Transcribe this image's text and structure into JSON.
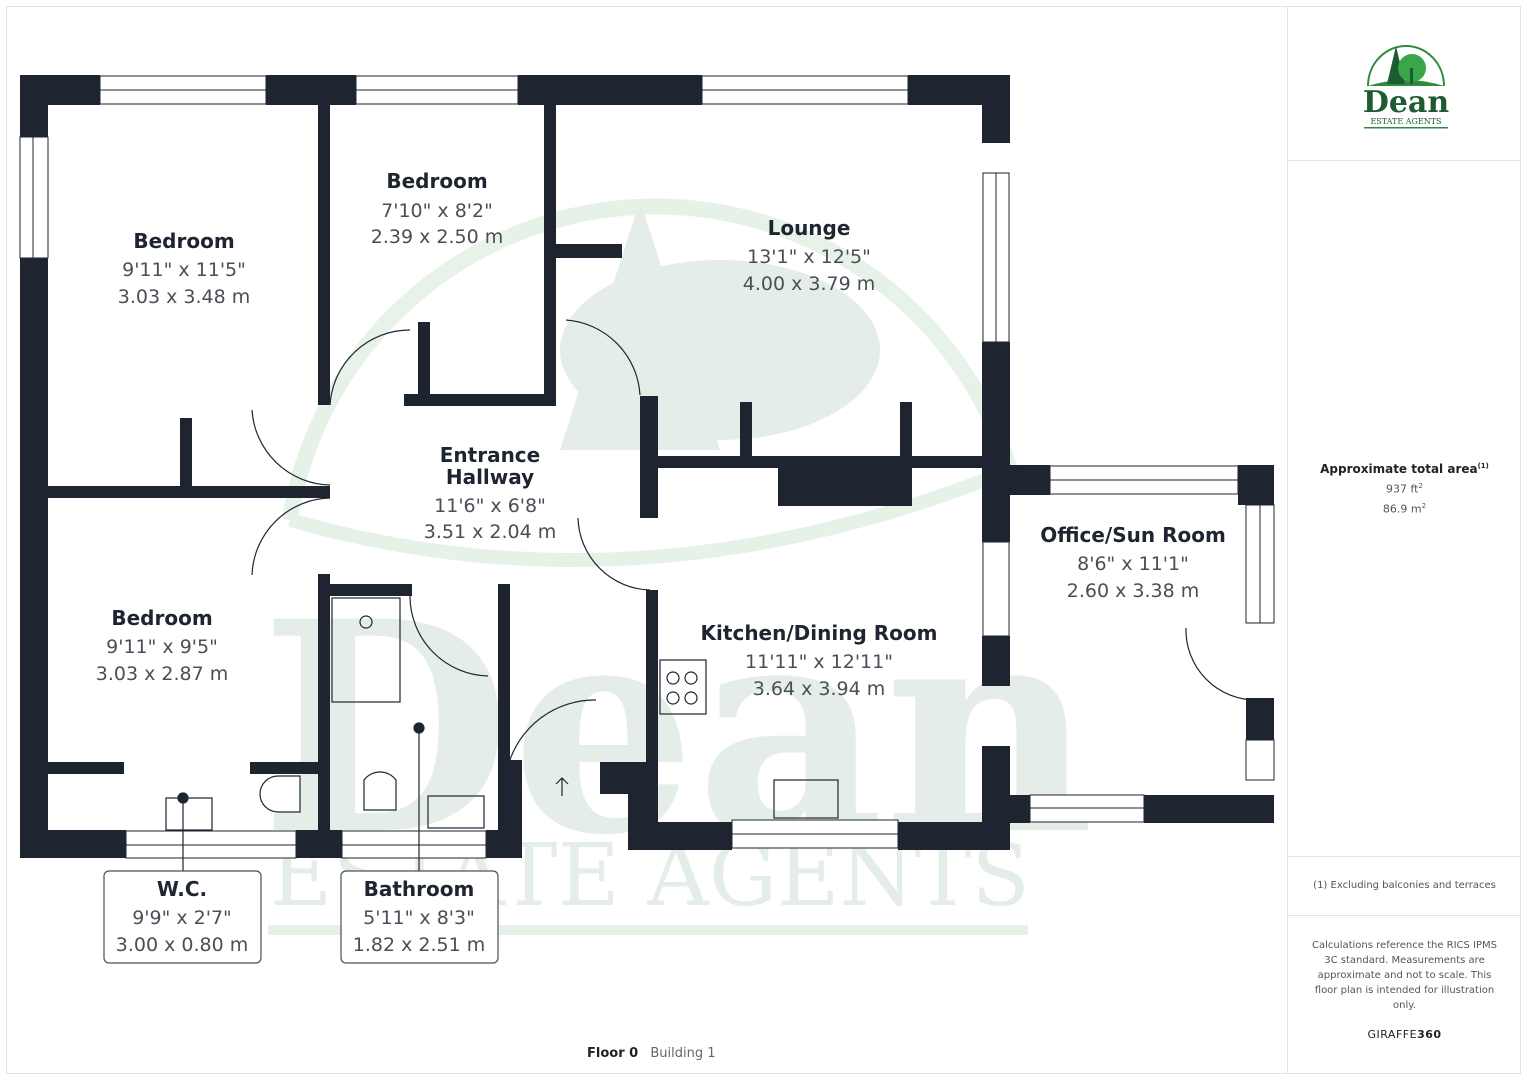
{
  "brand": {
    "name": "Dean",
    "tagline": "ESTATE AGENTS",
    "green": "#1f7a3a",
    "dark_green": "#1d5b32"
  },
  "colors": {
    "wall": "#1e2530",
    "text_dark": "#1e2530",
    "text_dim": "#4a4f57",
    "watermark": "#dfeee1"
  },
  "rooms": [
    {
      "name": "Bedroom",
      "imperial": "9'11\" x 11'5\"",
      "metric": "3.03 x 3.48 m"
    },
    {
      "name": "Bedroom",
      "imperial": "7'10\" x 8'2\"",
      "metric": "2.39 x 2.50 m"
    },
    {
      "name": "Lounge",
      "imperial": "13'1\" x 12'5\"",
      "metric": "4.00 x 3.79 m"
    },
    {
      "name_line1": "Entrance",
      "name_line2": "Hallway",
      "imperial": "11'6\" x 6'8\"",
      "metric": "3.51 x 2.04 m"
    },
    {
      "name": "Bedroom",
      "imperial": "9'11\" x 9'5\"",
      "metric": "3.03 x 2.87 m"
    },
    {
      "name": "Kitchen/Dining Room",
      "imperial": "11'11\" x 12'11\"",
      "metric": "3.64 x 3.94 m"
    },
    {
      "name": "Office/Sun Room",
      "imperial": "8'6\" x 11'1\"",
      "metric": "2.60 x 3.38 m"
    },
    {
      "name": "W.C.",
      "imperial": "9'9\" x 2'7\"",
      "metric": "3.00 x 0.80 m"
    },
    {
      "name": "Bathroom",
      "imperial": "5'11\" x 8'3\"",
      "metric": "1.82 x 2.51 m"
    }
  ],
  "floor": {
    "label": "Floor 0",
    "building": "Building 1"
  },
  "sidebar": {
    "area_title": "Approximate total area",
    "area_footnote_mark": "(1)",
    "area_ft": "937 ft",
    "area_m": "86.9 m",
    "sup2": "2",
    "footnote": "(1) Excluding balconies and terraces",
    "disclaimer": "Calculations reference the RICS IPMS 3C standard. Measurements are approximate and not to scale. This floor plan is intended for illustration only.",
    "provider_a": "GIRAFFE",
    "provider_b": "360"
  }
}
